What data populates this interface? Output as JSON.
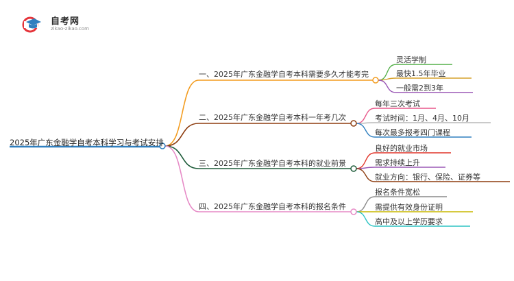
{
  "logo": {
    "icon": "graduation-cap-icon",
    "title": "自考网",
    "url": "zikao-zikao.com"
  },
  "mindmap": {
    "root": "2025年广东金融学自考本科学习与考试安排",
    "branches": [
      {
        "label": "一、2025年广东金融学自考本科需要多久才能考完",
        "color": "#f39c1f",
        "leaves": [
          {
            "label": "灵活学制",
            "color": "#55b04a"
          },
          {
            "label": "最快1.5年毕业",
            "color": "#d6a12a"
          },
          {
            "label": "一般需2到3年",
            "color": "#9b59b6"
          }
        ]
      },
      {
        "label": "二、2025年广东金融学自考本科一年考几次",
        "color": "#8d3c0f",
        "leaves": [
          {
            "label": "每年三次考试",
            "color": "#e8578a"
          },
          {
            "label": "考试时间：1月、4月、10月",
            "color": "#b8b8b8"
          },
          {
            "label": "每次最多报考四门课程",
            "color": "#2f7fbf"
          }
        ]
      },
      {
        "label": "三、2025年广东金融学自考本科的就业前景",
        "color": "#1e5c3a",
        "leaves": [
          {
            "label": "良好的就业市场",
            "color": "#e1352a"
          },
          {
            "label": "需求持续上升",
            "color": "#9b59b6"
          },
          {
            "label": "就业方向：银行、保险、证券等",
            "color": "#8d3c0f"
          }
        ]
      },
      {
        "label": "四、2025年广东金融学自考本科的报名条件",
        "color": "#e68ac6",
        "leaves": [
          {
            "label": "报名条件宽松",
            "color": "#8a8a8a"
          },
          {
            "label": "需提供有效身份证明",
            "color": "#c9b800"
          },
          {
            "label": "高中及以上学历要求",
            "color": "#2ec4c4"
          }
        ]
      }
    ],
    "root_color": "#2f7fbf"
  }
}
